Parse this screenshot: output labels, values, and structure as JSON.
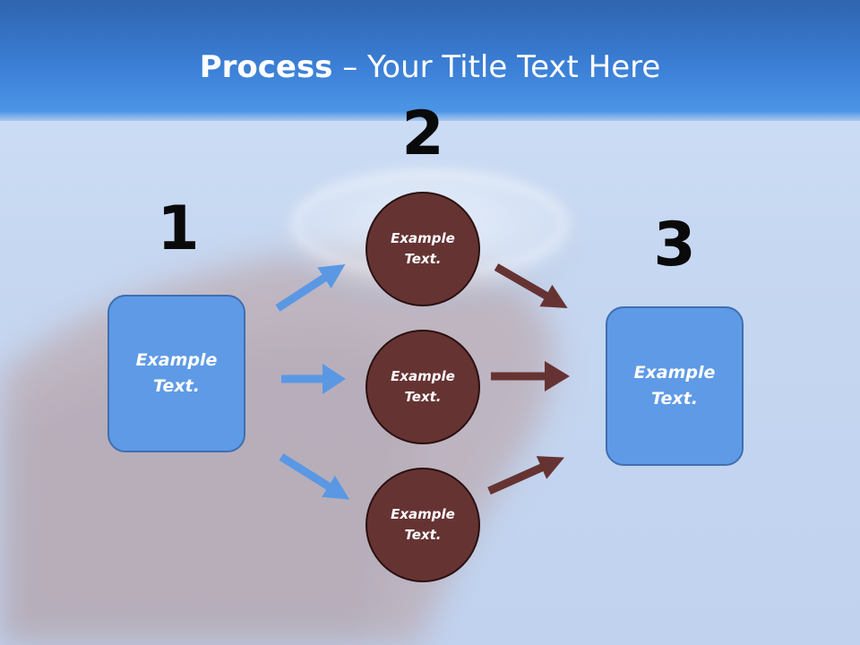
{
  "title": {
    "bold": "Process",
    "rest": " – Your Title Text Here"
  },
  "steps": {
    "one": "1",
    "two": "2",
    "three": "3"
  },
  "left_box": {
    "text": "Example\nText."
  },
  "right_box": {
    "text": "Example\nText."
  },
  "circles": [
    {
      "text": "Example\nText."
    },
    {
      "text": "Example\nText."
    },
    {
      "text": "Example\nText."
    }
  ],
  "colors": {
    "title_bar": "#3b7fd6",
    "box_fill": "#5f9ae6",
    "circle_fill": "#663333",
    "blue_arrow": "#5a98e4",
    "brown_arrow": "#663333"
  }
}
